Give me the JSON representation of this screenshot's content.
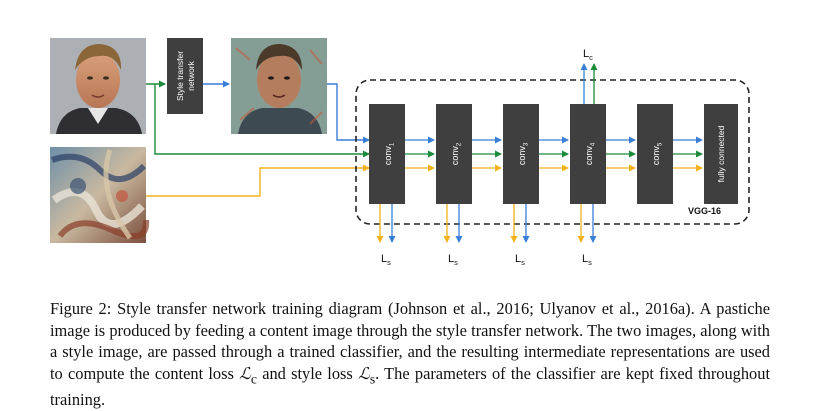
{
  "diagram": {
    "style_net_label": [
      "Style transfer",
      "network"
    ],
    "conv_labels": [
      {
        "base": "conv",
        "sub": "1"
      },
      {
        "base": "conv",
        "sub": "2"
      },
      {
        "base": "conv",
        "sub": "3"
      },
      {
        "base": "conv",
        "sub": "4"
      },
      {
        "base": "conv",
        "sub": "5"
      }
    ],
    "fc_label": "fully connected",
    "vgg_label": "VGG-16",
    "content_loss": {
      "base": "L",
      "sub": "c"
    },
    "style_loss": {
      "base": "L",
      "sub": "s"
    },
    "colors": {
      "content_path": "#1e8a3c",
      "pastiche_path": "#3a7fd6",
      "style_path": "#f2b21a",
      "block_fill": "#3f3f3f",
      "block_text": "#ffffff"
    },
    "images": [
      "content-photo",
      "pastiche-photo",
      "style-painting"
    ]
  },
  "caption": {
    "prefix": "Figure 2:  Style transfer network training diagram (Johnson et al., 2016; Ulyanov et al., 2016a). A pastiche image is produced by feeding a content image through the style transfer network. The two images, along with a style image, are passed through a trained classifier, and the resulting intermediate representations are used to compute the content loss ",
    "lc": "ℒ",
    "lc_sub": "c",
    "middle": " and style loss ",
    "ls": "ℒ",
    "ls_sub": "s",
    "suffix": ".  The parameters of the classifier are kept fixed throughout training."
  }
}
